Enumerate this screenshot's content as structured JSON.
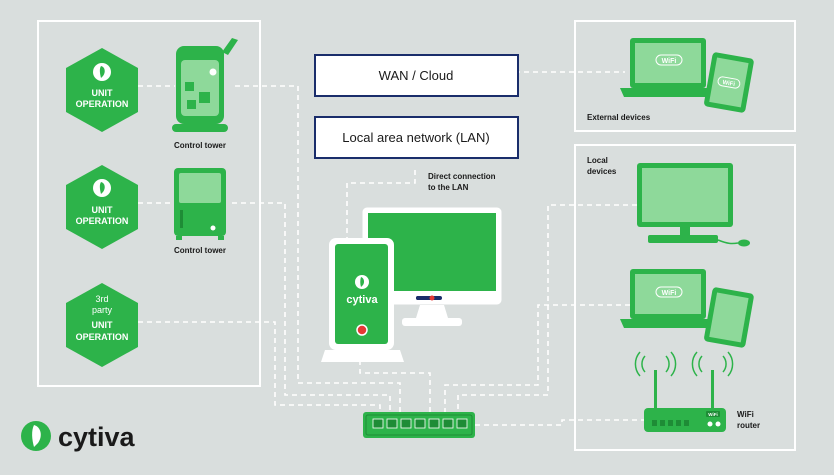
{
  "colors": {
    "background": "#d9dedd",
    "panel_border": "#ffffff",
    "green": "#2db34a",
    "green_light": "#8ed99a",
    "green_dark": "#1e8c36",
    "network_box_border": "#1a2d6b",
    "connector": "#ffffff",
    "text": "#1a1a1a",
    "led_red": "#e53935",
    "logo_green": "#2db34a"
  },
  "unit_operations": [
    {
      "line1": "",
      "line2": "UNIT",
      "line3": "OPERATION",
      "has_logo": true
    },
    {
      "line1": "",
      "line2": "UNIT",
      "line3": "OPERATION",
      "has_logo": true
    },
    {
      "line1": "3rd",
      "line1b": "party",
      "line2": "UNIT",
      "line3": "OPERATION",
      "has_logo": false
    }
  ],
  "control_towers": [
    {
      "label": "Control tower"
    },
    {
      "label": "Control tower"
    }
  ],
  "network": {
    "wan_label": "WAN / Cloud",
    "lan_label": "Local area network (LAN)",
    "direct_connection_line1": "Direct connection",
    "direct_connection_line2": "to the LAN"
  },
  "external_devices": {
    "label": "External devices",
    "laptop_wifi": "WiFi",
    "tablet_wifi": "WiFi"
  },
  "local_devices": {
    "label_line1": "Local",
    "label_line2": "devices",
    "laptop_wifi": "WiFi",
    "router_badge": "WiFi",
    "router_label_line1": "WiFi",
    "router_label_line2": "router"
  },
  "center_device": {
    "tablet_brand": "cytiva"
  },
  "brand": {
    "logo_text": "cytiva"
  }
}
